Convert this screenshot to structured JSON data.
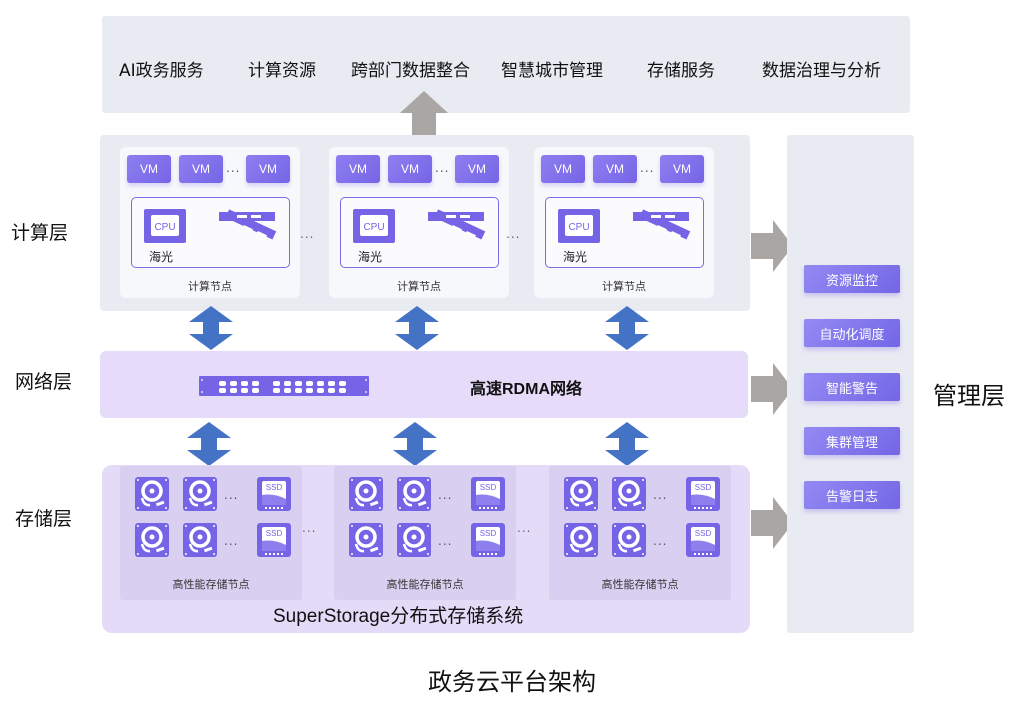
{
  "diagram": {
    "title": "政务云平台架构",
    "services": [
      "AI政务服务",
      "计算资源",
      "跨部门数据整合",
      "智慧城市管理",
      "存储服务",
      "数据治理与分析"
    ],
    "layers": {
      "compute": {
        "label": "计算层",
        "nodes": [
          {
            "vm_labels": [
              "VM",
              "VM",
              "VM"
            ],
            "vm_ellipsis": "...",
            "cpu_label": "CPU",
            "cpu_vendor": "海光",
            "label": "计算节点"
          },
          {
            "vm_labels": [
              "VM",
              "VM",
              "VM"
            ],
            "vm_ellipsis": "...",
            "cpu_label": "CPU",
            "cpu_vendor": "海光",
            "label": "计算节点"
          },
          {
            "vm_labels": [
              "VM",
              "VM",
              "VM"
            ],
            "vm_ellipsis": "...",
            "cpu_label": "CPU",
            "cpu_vendor": "海光",
            "label": "计算节点"
          }
        ],
        "node_ellipsis": "..."
      },
      "network": {
        "label": "网络层",
        "title": "高速RDMA网络"
      },
      "storage": {
        "label": "存储层",
        "nodes": [
          {
            "label": "高性能存储节点",
            "ssd_label": "SSD",
            "ellipsis": "..."
          },
          {
            "label": "高性能存储节点",
            "ssd_label": "SSD",
            "ellipsis": "..."
          },
          {
            "label": "高性能存储节点",
            "ssd_label": "SSD",
            "ellipsis": "..."
          }
        ],
        "node_ellipsis": "...",
        "title": "SuperStorage分布式存储系统"
      },
      "management": {
        "label": "管理层",
        "items": [
          "资源监控",
          "自动化调度",
          "智能警告",
          "集群管理",
          "告警日志"
        ]
      }
    },
    "colors": {
      "accent_purple": "#7565e6",
      "arrow_blue": "#4472c4",
      "arrow_gray": "#a9a6a4",
      "panel_gray": "#e9ebf3",
      "network_bg": "#e6dcfa",
      "storage_bg": "#e4dbf9"
    }
  }
}
